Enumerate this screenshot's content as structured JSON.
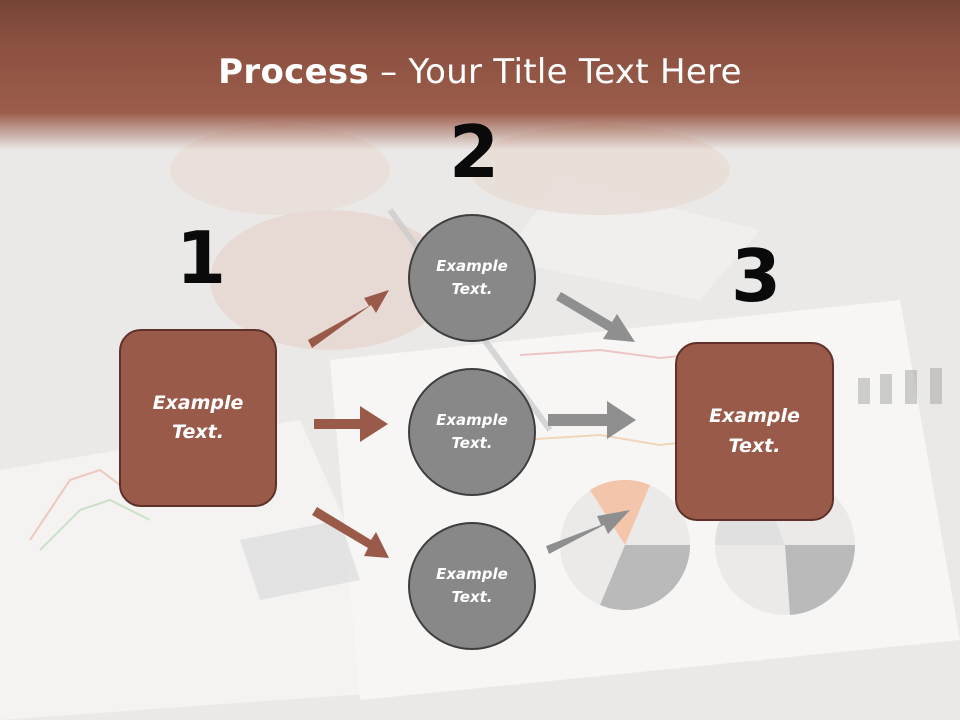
{
  "title": {
    "bold": "Process",
    "dash": "–",
    "rest": "Your Title Text Here"
  },
  "steps": [
    {
      "number": "1",
      "text_line1": "Example",
      "text_line2": "Text."
    },
    {
      "number": "2"
    },
    {
      "number": "3",
      "text_line1": "Example",
      "text_line2": "Text."
    }
  ],
  "circles": [
    {
      "text_line1": "Example",
      "text_line2": "Text."
    },
    {
      "text_line1": "Example",
      "text_line2": "Text."
    },
    {
      "text_line1": "Example",
      "text_line2": "Text."
    }
  ],
  "colors": {
    "title_bar": "#8e5242",
    "box_fill": "#9a5a4a",
    "box_border": "#5e3228",
    "circle_fill": "#888888",
    "circle_border": "#3e3e3e",
    "arrow_brown": "#9a5a4a",
    "arrow_gray": "#8f8f8f"
  }
}
